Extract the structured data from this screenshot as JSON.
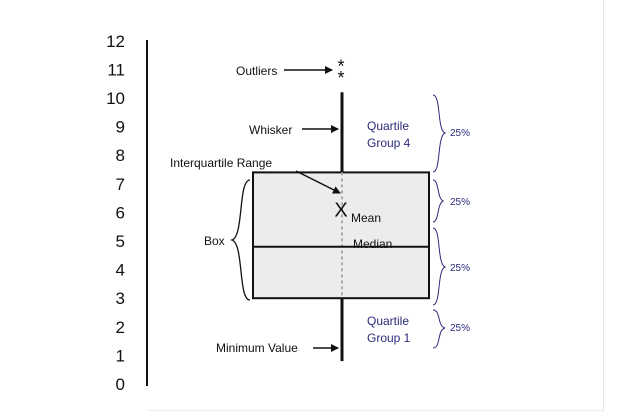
{
  "axis": {
    "ticks": [
      "0",
      "1",
      "2",
      "3",
      "4",
      "5",
      "6",
      "7",
      "8",
      "9",
      "10",
      "11",
      "12"
    ]
  },
  "chart_data": {
    "type": "box",
    "min": 0.8,
    "q1": 3,
    "median": 4.8,
    "mean": 6.1,
    "q3": 7.4,
    "max": 10.2,
    "outliers": [
      10.8,
      11.2
    ],
    "ylim": [
      0,
      12
    ]
  },
  "labels": {
    "outliers": "Outliers",
    "whisker": "Whisker",
    "iqr": "Interquartile Range",
    "box": "Box",
    "mean": "Mean",
    "median": "Median",
    "min_value": "Minimum Value",
    "mean_marker": "X",
    "outlier_marker": "*"
  },
  "quartiles": {
    "group4_line1": "Quartile",
    "group4_line2": "Group 4",
    "group1_line1": "Quartile",
    "group1_line2": "Group 1"
  },
  "percentages": [
    "25%",
    "25%",
    "25%",
    "25%"
  ],
  "colors": {
    "box_fill": "#ececec",
    "quartile_text": "#2b2b7a",
    "ink": "#111111"
  }
}
